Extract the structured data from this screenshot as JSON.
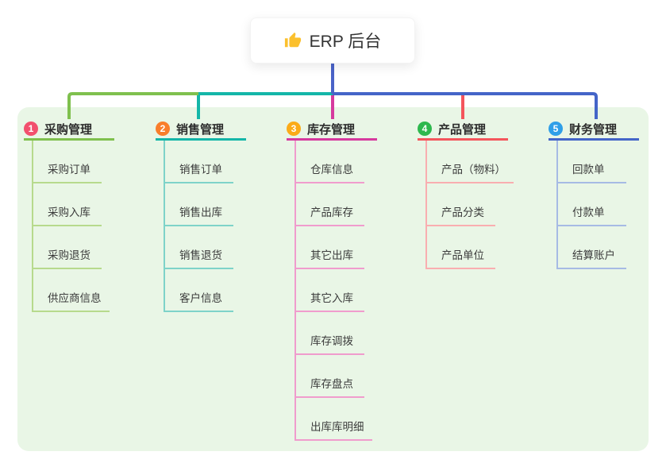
{
  "root": {
    "label": "ERP 后台",
    "icon": "thumbs-up-icon",
    "icon_color": "#fbc02d"
  },
  "panel": {
    "background": "#e9f6e6"
  },
  "connectors": {
    "root_drop": "#4a63c8",
    "left_green": "#7fc04e",
    "teal": "#14b6a8",
    "right_blue": "#4465c8",
    "magenta": "#d63a9e",
    "red": "#f4555c"
  },
  "branches": [
    {
      "num": "1",
      "label": "采购管理",
      "badge_color": "#f2506e",
      "line_color": "#7fc04e",
      "child_line_color": "#b7da8d",
      "children": [
        "采购订单",
        "采购入库",
        "采购退货",
        "供应商信息"
      ]
    },
    {
      "num": "2",
      "label": "销售管理",
      "badge_color": "#f97e2b",
      "line_color": "#14b6a8",
      "child_line_color": "#7ed3c9",
      "children": [
        "销售订单",
        "销售出库",
        "销售退货",
        "客户信息"
      ]
    },
    {
      "num": "3",
      "label": "库存管理",
      "badge_color": "#fbab18",
      "line_color": "#d63a9e",
      "child_line_color": "#f09ccd",
      "children": [
        "仓库信息",
        "产品库存",
        "其它出库",
        "其它入库",
        "库存调拨",
        "库存盘点",
        "出库库明细"
      ]
    },
    {
      "num": "4",
      "label": "产品管理",
      "badge_color": "#2eb84e",
      "line_color": "#f4555c",
      "child_line_color": "#f9aeb0",
      "children": [
        "产品（物料）",
        "产品分类",
        "产品单位"
      ]
    },
    {
      "num": "5",
      "label": "财务管理",
      "badge_color": "#2f9fe8",
      "line_color": "#4465c8",
      "child_line_color": "#a6bbe4",
      "children": [
        "回款单",
        "付款单",
        "结算账户"
      ]
    }
  ]
}
